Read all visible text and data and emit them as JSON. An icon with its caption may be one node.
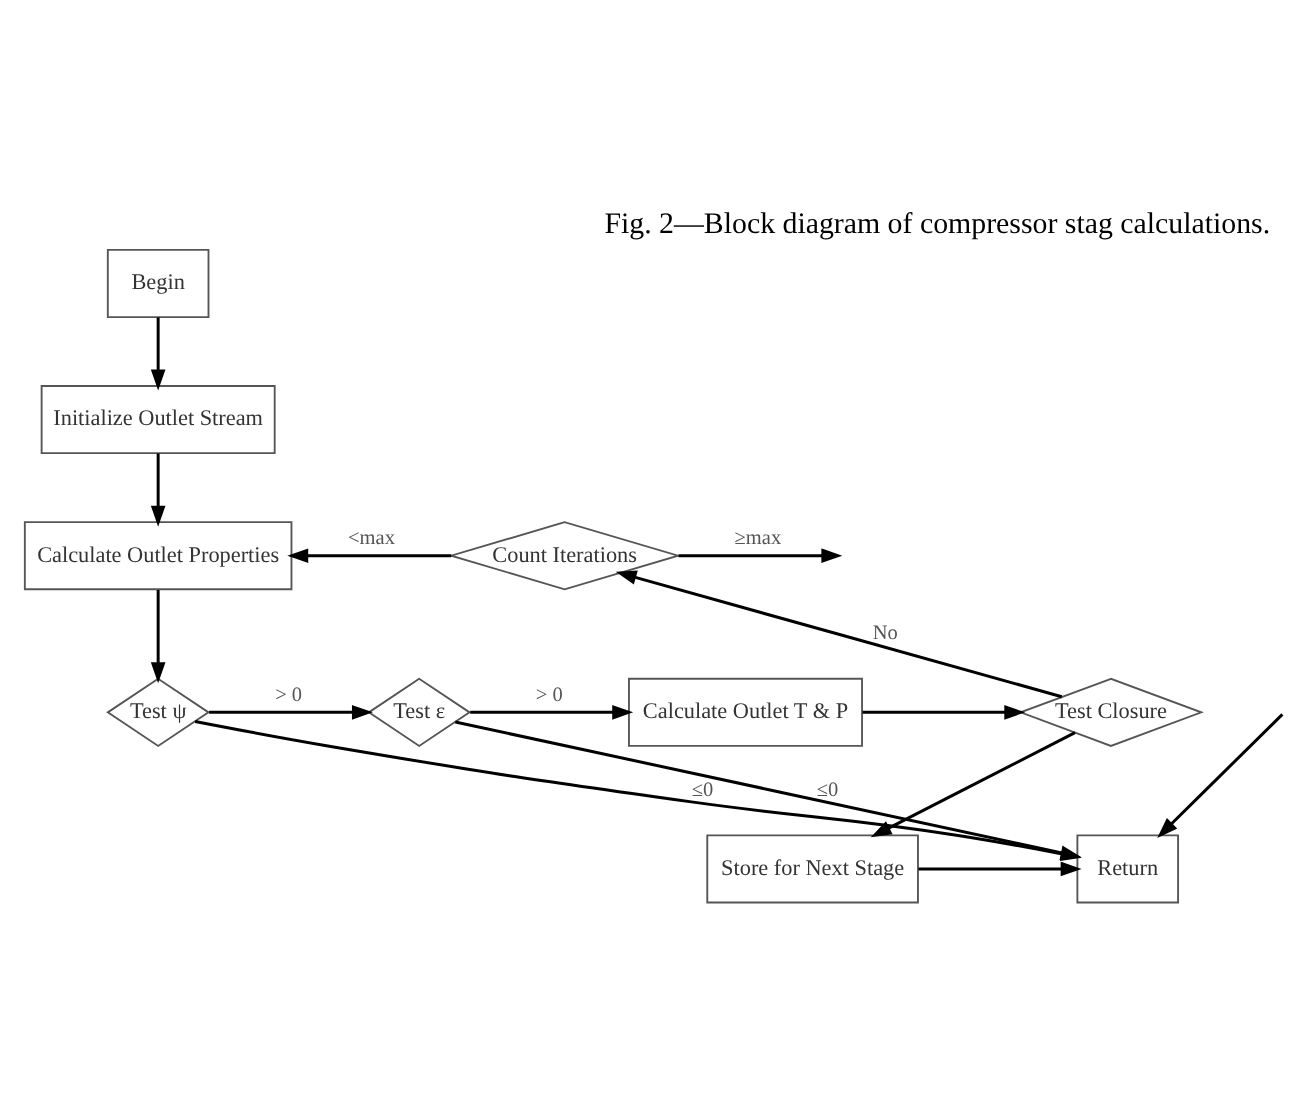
{
  "diagram": {
    "title": "Fig. 2—Block diagram of compressor stag calculations.",
    "nodes": [
      {
        "text": [
          "Begin"
        ]
      },
      {
        "text": [
          "Initialize Outlet Stream"
        ]
      },
      {
        "text": [
          "Calculate Outlet Properties"
        ]
      },
      {
        "text": [
          "Count Iterations"
        ]
      },
      {
        "text": [
          "Test ψ"
        ]
      },
      {
        "text": [
          "Test ε"
        ]
      },
      {
        "text": [
          "Calculate Outlet T & P"
        ]
      },
      {
        "text": [
          "Test Closure"
        ]
      },
      {
        "text": [
          "Return"
        ]
      },
      {
        "text": [
          "Store for Next Stage"
        ]
      }
    ],
    "edges": [
      {
        "from": 0,
        "to": 1,
        "arrow": "to"
      },
      {
        "from": 1,
        "to": 2,
        "arrow": "to"
      },
      {
        "from": 3,
        "to": 2,
        "arrow": "to",
        "label": "<max"
      },
      {
        "from": 3,
        "to": null,
        "arrow": "to",
        "label": "≥max"
      },
      {
        "from": 2,
        "to": 4,
        "arrow": "to"
      },
      {
        "from": 4,
        "to": 5,
        "arrow": "to",
        "label": "> 0"
      },
      {
        "from": 5,
        "to": 6,
        "arrow": "to",
        "label": "> 0"
      },
      {
        "from": 6,
        "to": 7,
        "arrow": "to"
      },
      {
        "from": 7,
        "to": 3,
        "arrow": "to",
        "label": "No"
      },
      {
        "from": 4,
        "to": 8,
        "arrow": "to",
        "label": "≤0"
      },
      {
        "from": 5,
        "to": 8,
        "arrow": "to",
        "label": "≤0"
      },
      {
        "from": 7,
        "to": 9,
        "arrow": "to"
      },
      {
        "from": 9,
        "to": 8,
        "arrow": "to"
      },
      {
        "from": null,
        "to": 8,
        "arrow": "to"
      }
    ]
  }
}
